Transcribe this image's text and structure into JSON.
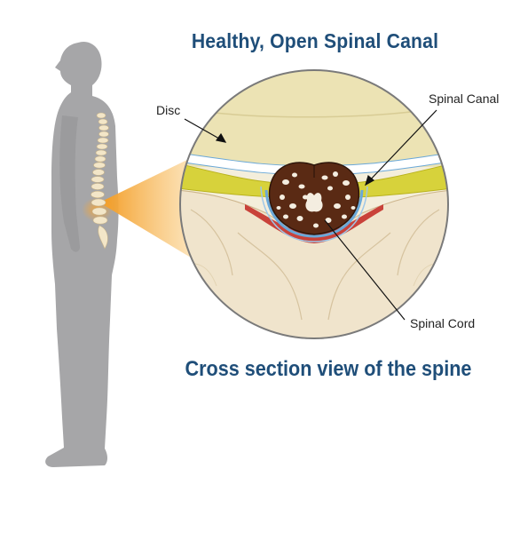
{
  "title": "Healthy, Open Spinal Canal",
  "caption": "Cross section view of the spine",
  "labels": {
    "disc": "Disc",
    "spinal_canal": "Spinal Canal",
    "spinal_cord": "Spinal Cord"
  },
  "colors": {
    "title_blue": "#1f4e79",
    "silhouette_gray": "#a6a6a8",
    "spotlight_orange": "#f7a535",
    "disc_cream": "#ece3b4",
    "ligament_yellow": "#d7d23b",
    "bone": "#f0e4cc",
    "cord_brown": "#5a2a14",
    "dura_blue": "#6aa8d8",
    "fat_red": "#c9423a"
  }
}
